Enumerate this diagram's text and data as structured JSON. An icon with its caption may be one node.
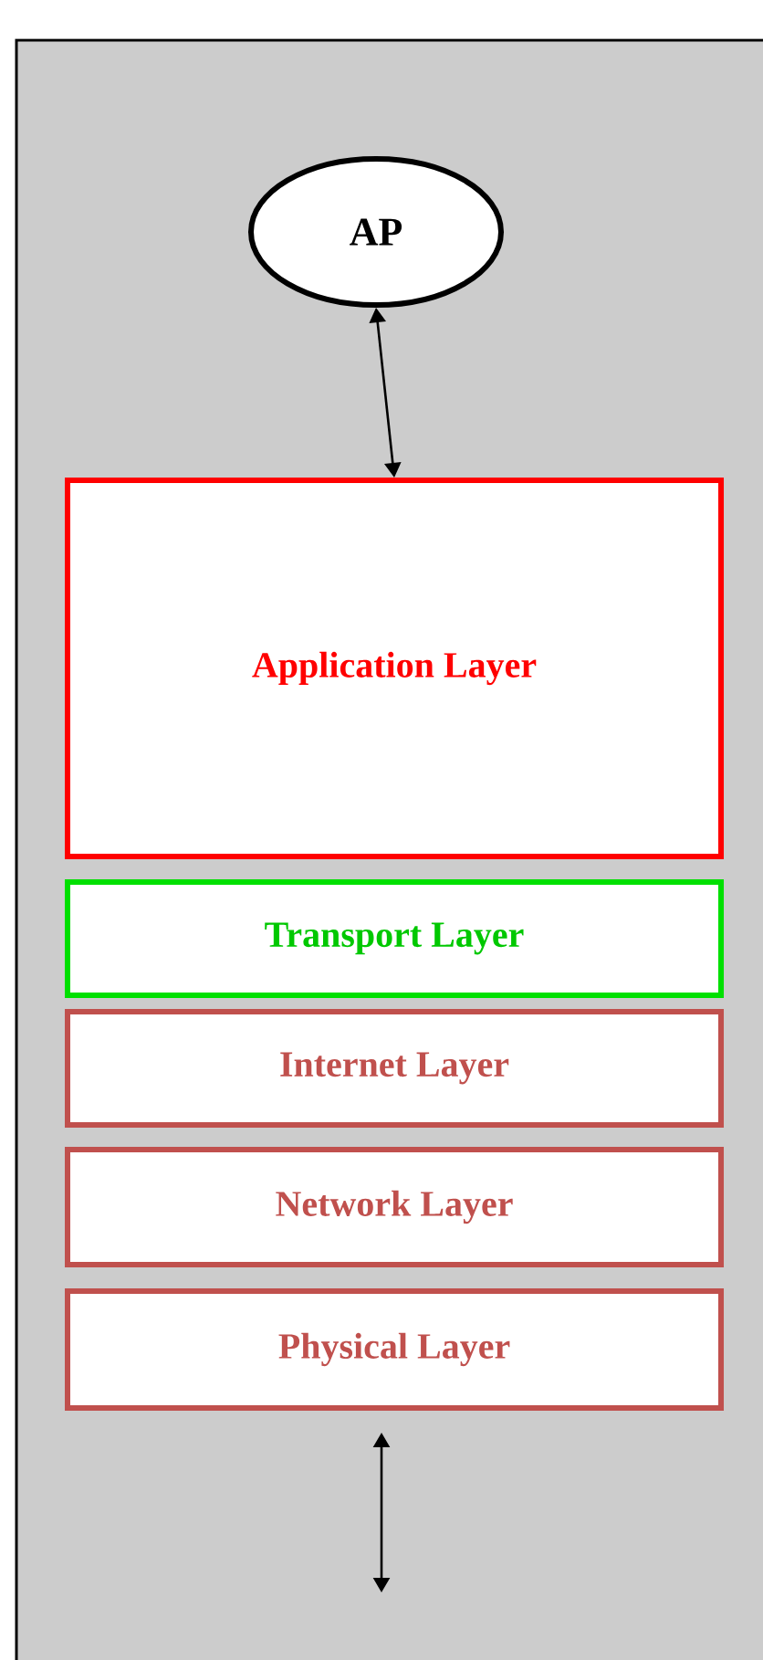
{
  "diagram": {
    "nodes": [
      {
        "text": [
          "AP"
        ]
      },
      {
        "text": [
          "Application Layer"
        ]
      },
      {
        "text": [
          "Transport Layer"
        ]
      },
      {
        "text": [
          "Internet Layer"
        ]
      },
      {
        "text": [
          "Network Layer"
        ]
      },
      {
        "text": [
          "Physical Layer"
        ]
      }
    ],
    "edges": [
      {
        "from": 0,
        "to": 1,
        "arrow": "both"
      },
      {
        "from": 5,
        "to": null,
        "arrow": "both"
      }
    ]
  }
}
